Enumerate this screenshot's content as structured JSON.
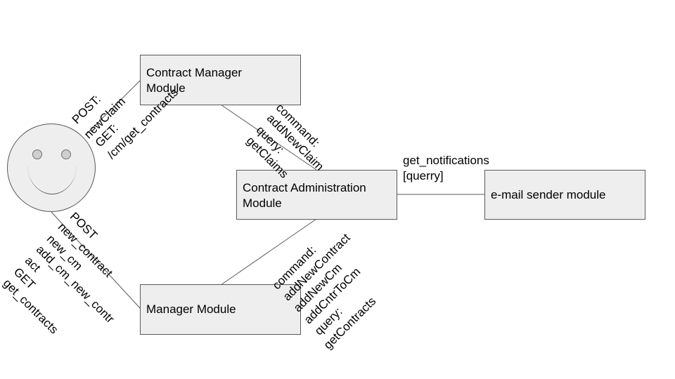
{
  "modules": {
    "contract_manager": {
      "line1": "Contract Manager",
      "line2": "Module"
    },
    "contract_administration": {
      "line1": "Contract Administration",
      "line2": "Module"
    },
    "manager": {
      "label": "Manager Module"
    },
    "email_sender": {
      "label": "e-mail sender module"
    }
  },
  "edges": {
    "actor_to_contract_manager": {
      "post": "POST:",
      "new_claim": "newClaim",
      "get": "GET:",
      "get_contracts": "/cm/get_contracts"
    },
    "contract_manager_to_administration": {
      "command": "command:",
      "add_new_claim": "addNewClaim",
      "query": "query:",
      "get_claims": "getClaims"
    },
    "administration_to_email": {
      "get_notifications": "get_notifications",
      "querry": "[querry]"
    },
    "actor_to_manager": {
      "post": "POST",
      "new_contract": "new_contract",
      "new_cm": "new_cm",
      "add_cm_new_contr": "add_cm_new_contr",
      "act": "act",
      "get": "GET",
      "get_contracts": "get_contracts"
    },
    "administration_to_manager": {
      "command": "command:",
      "add_new_contract": "addNewContract",
      "add_new_cm": "addNewCm",
      "add_cntr_to_cm": "addCntrToCm",
      "query": "query:",
      "get_contracts": "getContracts"
    }
  },
  "colors": {
    "box_fill": "#eeeeee",
    "box_border": "#595959",
    "line": "#595959"
  }
}
